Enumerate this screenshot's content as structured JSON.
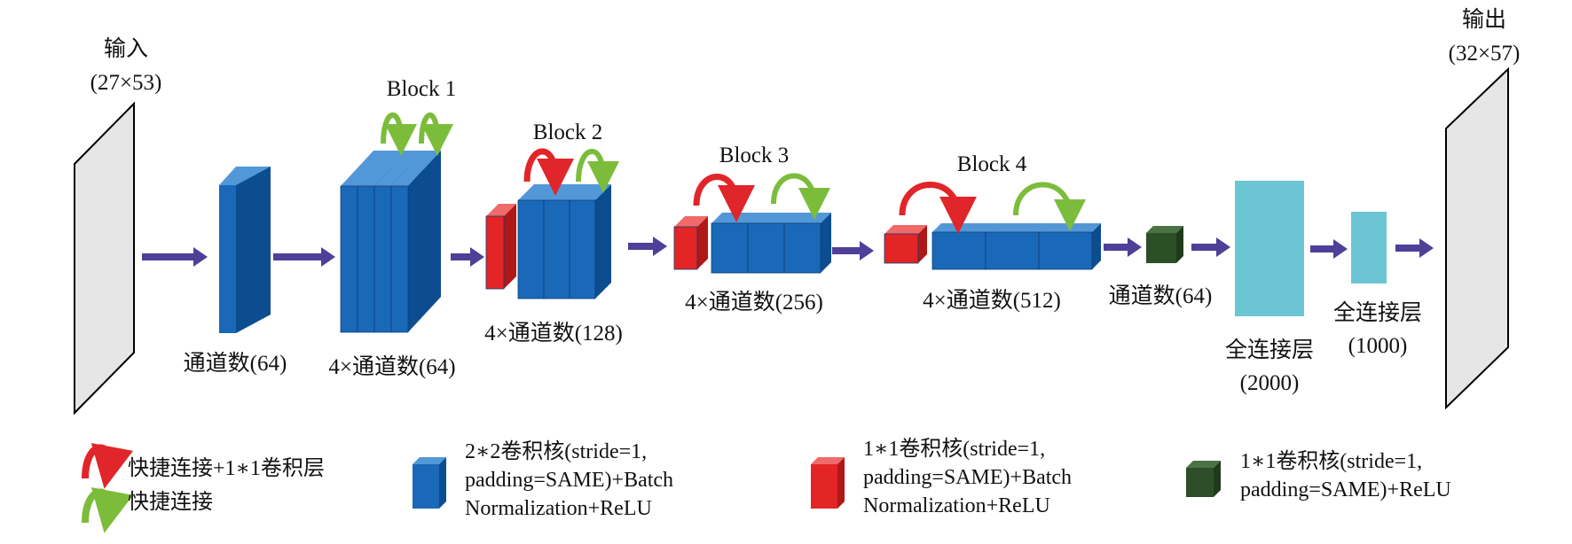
{
  "colors": {
    "blue": "#1a68b8",
    "red": "#e32525",
    "dark_green": "#2d4f28",
    "cyan": "#6cc5d3",
    "arrow": "#4f3f98",
    "red_skip": "#e0262a",
    "green_skip": "#7cbc3b",
    "plane": "#e6e6e6"
  },
  "input": {
    "title": "输入",
    "size": "(27×53)"
  },
  "output": {
    "title": "输出",
    "size": "(32×57)"
  },
  "layers": {
    "conv1": "通道数(64)",
    "stack1": "4×通道数(64)",
    "stack2": "4×通道数(128)",
    "stack3": "4×通道数(256)",
    "stack4": "4×通道数(512)",
    "conv_out": "通道数(64)",
    "fc1": {
      "name": "全连接层",
      "units": "(2000)"
    },
    "fc2": {
      "name": "全连接层",
      "units": "(1000)"
    }
  },
  "blocks": [
    "Block 1",
    "Block 2",
    "Block 3",
    "Block 4"
  ],
  "legend": {
    "shortcut_conv": "快捷连接+1∗1卷积层",
    "shortcut": "快捷连接",
    "blue_cube": [
      "2∗2卷积核(stride=1,",
      "padding=SAME)+Batch",
      "Normalization+ReLU"
    ],
    "red_cube": [
      "1∗1卷积核(stride=1,",
      "padding=SAME)+Batch",
      "Normalization+ReLU"
    ],
    "green_cube": [
      "1∗1卷积核(stride=1,",
      "padding=SAME)+ReLU"
    ]
  }
}
